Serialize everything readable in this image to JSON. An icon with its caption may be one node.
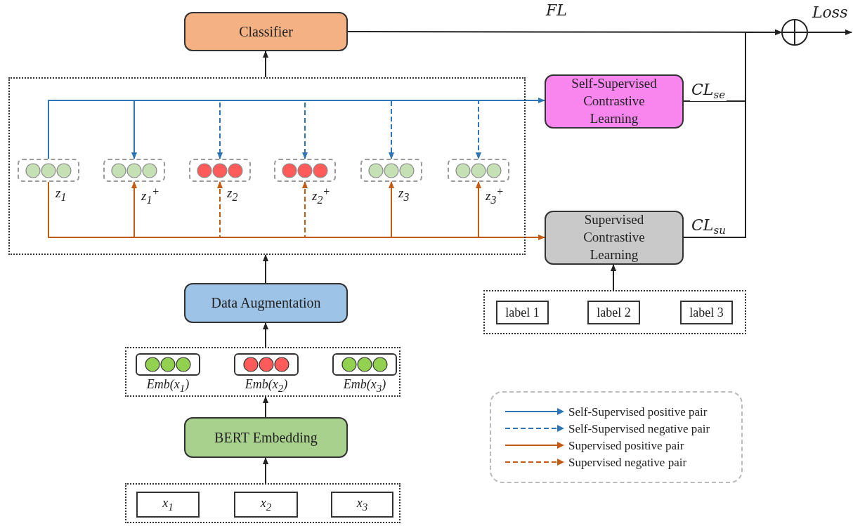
{
  "diagram": {
    "nodes": [
      {
        "text": [
          "Classifier"
        ]
      },
      {
        "text": [],
        "shape": "box"
      },
      {
        "text": [
          "z$_{1}$"
        ],
        "in": 1
      },
      {
        "text": [
          "z$_{1}$$^{+}$"
        ],
        "in": 1
      },
      {
        "text": [
          "z$_{2}$"
        ],
        "in": 1
      },
      {
        "text": [
          "z$_{2}$$^{+}$"
        ],
        "in": 1
      },
      {
        "text": [
          "z$_{3}$"
        ],
        "in": 1
      },
      {
        "text": [
          "z$_{3}$$^{+}$"
        ],
        "in": 1
      },
      {
        "text": [
          "Self-Supervised Contrastive Learning"
        ]
      },
      {
        "text": [
          "Supervised Contrastive Learning"
        ]
      },
      {
        "text": [
          "Data Augmentation"
        ]
      },
      {
        "text": [],
        "shape": "box"
      },
      {
        "text": [
          "Emb(x$_{1}$)"
        ],
        "in": 11
      },
      {
        "text": [
          "Emb(x$_{2}$)"
        ],
        "in": 11
      },
      {
        "text": [
          "Emb(x$_{3}$)"
        ],
        "in": 11
      },
      {
        "text": [
          "BERT Embedding"
        ]
      },
      {
        "text": [],
        "shape": "box"
      },
      {
        "text": [
          "x$_{1}$"
        ],
        "in": 16
      },
      {
        "text": [
          "x$_{2}$"
        ],
        "in": 16
      },
      {
        "text": [
          "x$_{3}$"
        ],
        "in": 16
      },
      {
        "text": [],
        "shape": "box"
      },
      {
        "text": [
          "label 1"
        ],
        "in": 20
      },
      {
        "text": [
          "label 2"
        ],
        "in": 20
      },
      {
        "text": [
          "label 3"
        ],
        "in": 20
      },
      {
        "text": [],
        "shape": "circle"
      }
    ],
    "edges": [
      {
        "from": 1,
        "to": 0,
        "arrow": "to"
      },
      {
        "from": 0,
        "to": 24,
        "arrow": "to",
        "label": "FL"
      },
      {
        "from": 8,
        "to": 24,
        "arrow": "to",
        "label": "CL$_{se}$"
      },
      {
        "from": 9,
        "to": 24,
        "arrow": "to",
        "label": "CL$_{su}$"
      },
      {
        "from": 24,
        "to": null,
        "arrow": "to",
        "label": "Loss"
      },
      {
        "from": 10,
        "to": 1,
        "arrow": "to"
      },
      {
        "from": 11,
        "to": 10,
        "arrow": "to"
      },
      {
        "from": 15,
        "to": 11,
        "arrow": "to"
      },
      {
        "from": 16,
        "to": 15,
        "arrow": "to"
      },
      {
        "from": 20,
        "to": 9,
        "arrow": "to"
      },
      {
        "from": 2,
        "to": 8,
        "arrow": "to",
        "color": "#2e75b6"
      },
      {
        "from": 2,
        "to": 3,
        "arrow": "to",
        "color": "#2e75b6"
      },
      {
        "from": 2,
        "to": 4,
        "arrow": "to",
        "style": "dashed",
        "color": "#2e75b6"
      },
      {
        "from": 2,
        "to": 5,
        "arrow": "to",
        "style": "dashed",
        "color": "#2e75b6"
      },
      {
        "from": 2,
        "to": 6,
        "arrow": "to",
        "style": "dashed",
        "color": "#2e75b6"
      },
      {
        "from": 2,
        "to": 7,
        "arrow": "to",
        "style": "dashed",
        "color": "#2e75b6"
      },
      {
        "from": 2,
        "to": 9,
        "arrow": "to",
        "color": "#c55a11"
      },
      {
        "from": 2,
        "to": 3,
        "arrow": "to",
        "color": "#c55a11"
      },
      {
        "from": 2,
        "to": 4,
        "arrow": "to",
        "style": "dashed",
        "color": "#c55a11"
      },
      {
        "from": 2,
        "to": 5,
        "arrow": "to",
        "style": "dashed",
        "color": "#c55a11"
      },
      {
        "from": 2,
        "to": 6,
        "arrow": "to",
        "color": "#c55a11"
      },
      {
        "from": 2,
        "to": 7,
        "arrow": "to",
        "color": "#c55a11"
      }
    ],
    "legend": [
      {
        "text": "Self-Supervised positive pair"
      },
      {
        "text": "Self-Supervised negative pair"
      },
      {
        "text": "Supervised positive pair"
      },
      {
        "text": "Supervised negative pair"
      }
    ]
  }
}
